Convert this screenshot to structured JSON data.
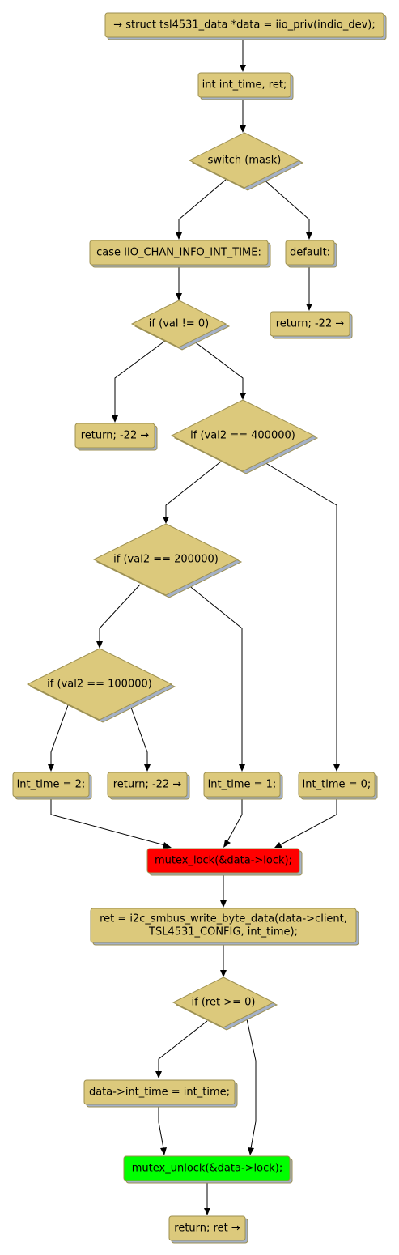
{
  "colors": {
    "node_fill": "#dcc97c",
    "lock_fill": "#ff0000",
    "unlock_fill": "#00ff00",
    "edge": "#000000"
  },
  "nodes": {
    "start": "→ struct tsl4531_data *data = iio_priv(indio_dev);",
    "decl": "int int_time, ret;",
    "switch": "switch (mask)",
    "case": "case IIO_CHAN_INFO_INT_TIME:",
    "default": "default:",
    "return_default": "return; -22 →",
    "if_val": "if (val != 0)",
    "return_val": "return; -22 →",
    "if_400000": "if (val2 == 400000)",
    "if_200000": "if (val2 == 200000)",
    "if_100000": "if (val2 == 100000)",
    "int_time_2": "int_time = 2;",
    "return_100000": "return; -22 →",
    "int_time_1": "int_time = 1;",
    "int_time_0": "int_time = 0;",
    "mutex_lock": "mutex_lock(&data->lock);",
    "write_line1": "ret = i2c_smbus_write_byte_data(data->client,",
    "write_line2": "TSL4531_CONFIG, int_time);",
    "if_ret": "if (ret >= 0)",
    "assign": "data->int_time = int_time;",
    "mutex_unlock": "mutex_unlock(&data->lock);",
    "return_ret": "return; ret →"
  }
}
